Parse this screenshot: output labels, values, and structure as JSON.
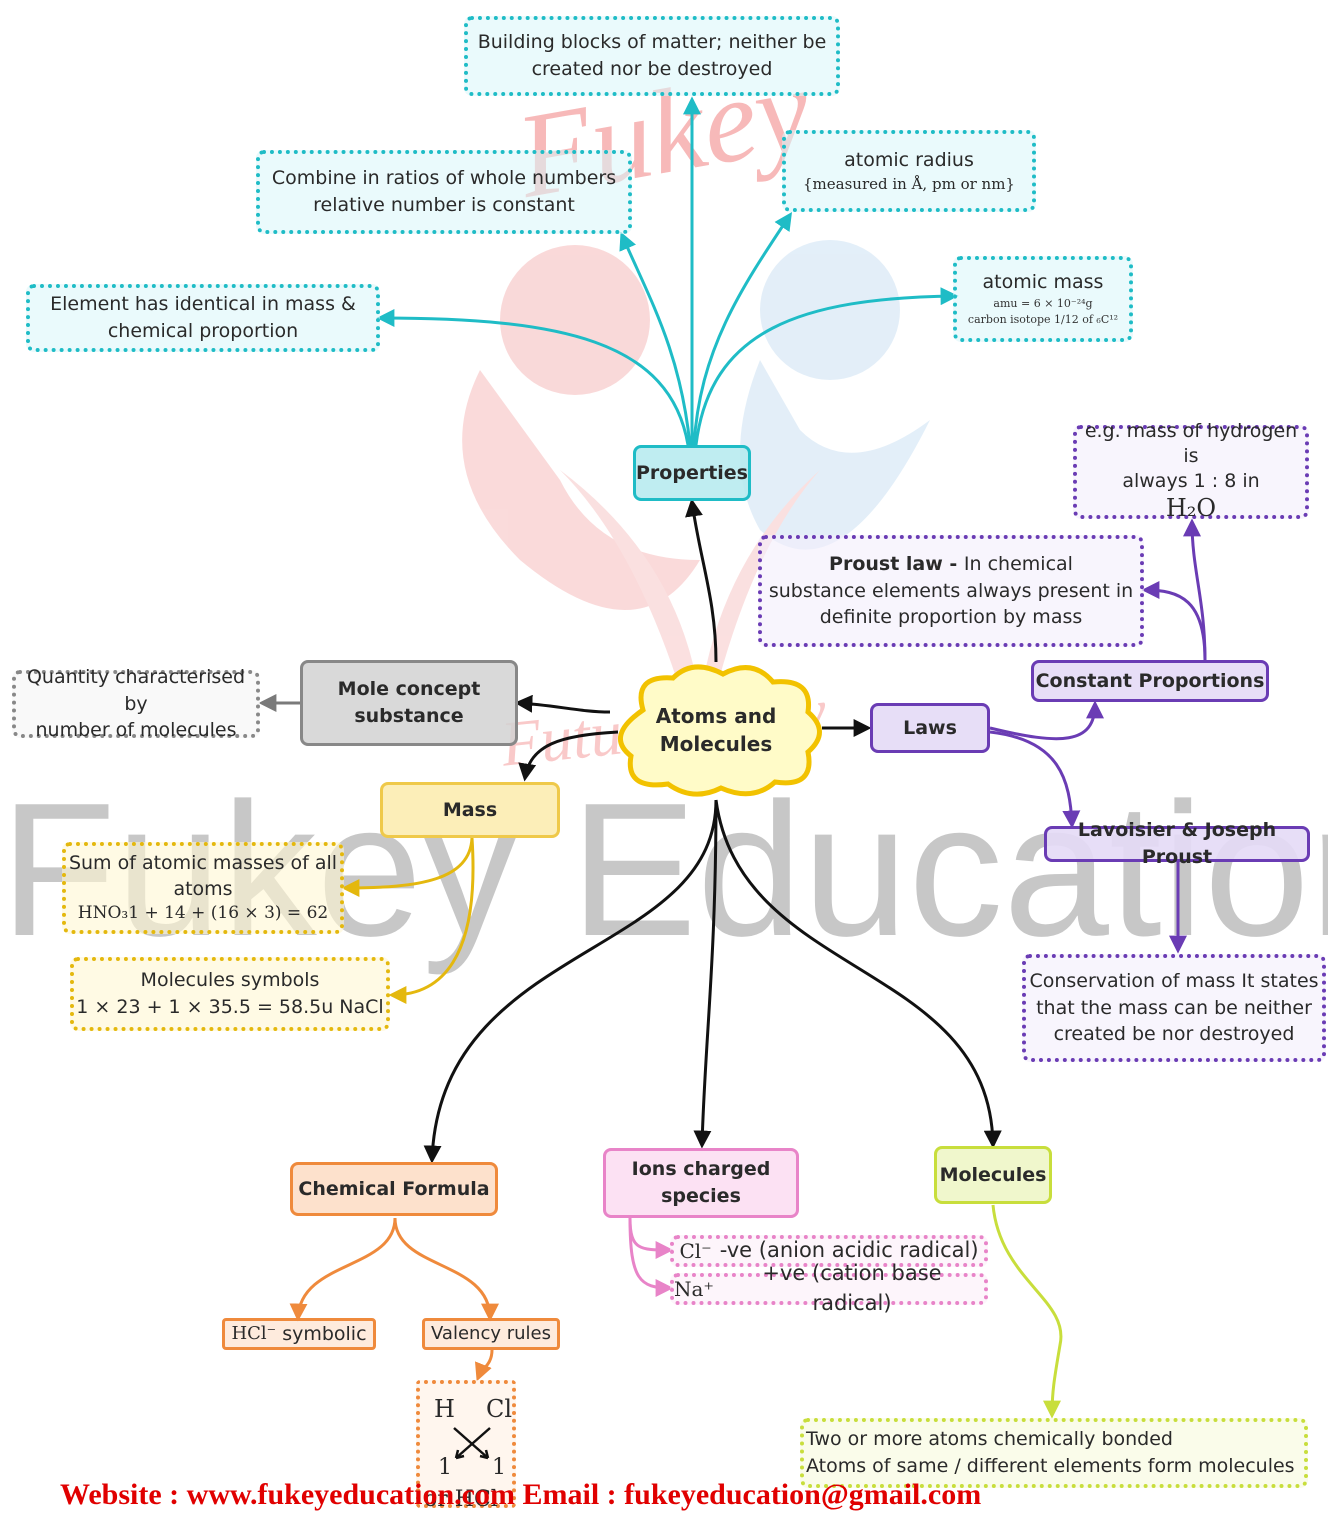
{
  "watermark": {
    "logo_text": "Fukey",
    "banner_text": "Fukey Education",
    "brand_text": "Future's Key"
  },
  "center": {
    "line1": "Atoms and",
    "line2": "Molecules"
  },
  "properties": {
    "label": "Properties",
    "building_blocks": {
      "line1": "Building blocks of matter; neither be",
      "line2": "created nor be destroyed"
    },
    "combine": {
      "line1": "Combine in ratios of whole numbers",
      "line2": "relative number is constant"
    },
    "atomic_radius": {
      "title": "atomic radius",
      "formula": "{measured in Å, pm or nm}"
    },
    "element_identical": {
      "line1": "Element has identical in mass &",
      "line2": "chemical proportion"
    },
    "atomic_mass": {
      "title": "atomic mass",
      "formula1": "amu = 6 × 10⁻²⁴g",
      "formula2": "carbon isotope 1/12 of ₆C¹²"
    }
  },
  "mole": {
    "label_line1": "Mole concept",
    "label_line2": "substance",
    "quantity_line1": "Quantity characterised by",
    "quantity_line2": "number of molecules"
  },
  "mass": {
    "label": "Mass",
    "sum_line1": "Sum of atomic masses of all",
    "sum_line2": "atoms",
    "sum_formula": "HNO₃1 + 14 + (16 × 3) = 62",
    "symbols_line1": "Molecules symbols",
    "symbols_line2": "1 × 23 + 1 × 35.5 = 58.5u NaCl"
  },
  "laws": {
    "label": "Laws",
    "constant": "Constant Proportions",
    "hydrogen_line1": "e.g. mass of hydrogen is",
    "hydrogen_line2": "always 1 : 8 in",
    "hydrogen_formula": "H₂O",
    "proust_bold": "Proust law - ",
    "proust_rest": "In chemical",
    "proust_line2": "substance elements always present in",
    "proust_line3": "definite proportion by mass",
    "lavoisier": "Lavoisier & Joseph Proust",
    "conservation_line1": "Conservation of mass It states",
    "conservation_line2": "that the mass can be neither",
    "conservation_line3": "created be nor destroyed"
  },
  "formula": {
    "label": "Chemical Formula",
    "symbolic_math": "HCl⁻",
    "symbolic_text": "symbolic",
    "valency": "Valency rules",
    "cross_h": "H",
    "cross_cl": "Cl",
    "cross_one_left": "1",
    "cross_one_right": "1",
    "cross_result": "or HCl"
  },
  "ions": {
    "label_line1": "Ions charged",
    "label_line2": "species",
    "anion_math": "Cl⁻",
    "anion_text": "-ve (anion acidic radical)",
    "cation_math": "Na⁺",
    "cation_text": "+ve (cation base radical)"
  },
  "molecules": {
    "label": "Molecules",
    "def_line1": "Two or more atoms chemically bonded",
    "def_line2": "Atoms of same / different elements form molecules"
  },
  "footer": "Website : www.fukeyeducation.com  Email :  fukeyeducation@gmail.com",
  "colors": {
    "properties": "#1fbcc6",
    "laws": "#6a3cb4",
    "mass": "#e4b80e",
    "mole": "#7a7a7a",
    "formula": "#ef8a3c",
    "ions": "#e884c8",
    "molecules": "#c8de3c",
    "center": "#f2c200",
    "footer": "#e00000"
  }
}
